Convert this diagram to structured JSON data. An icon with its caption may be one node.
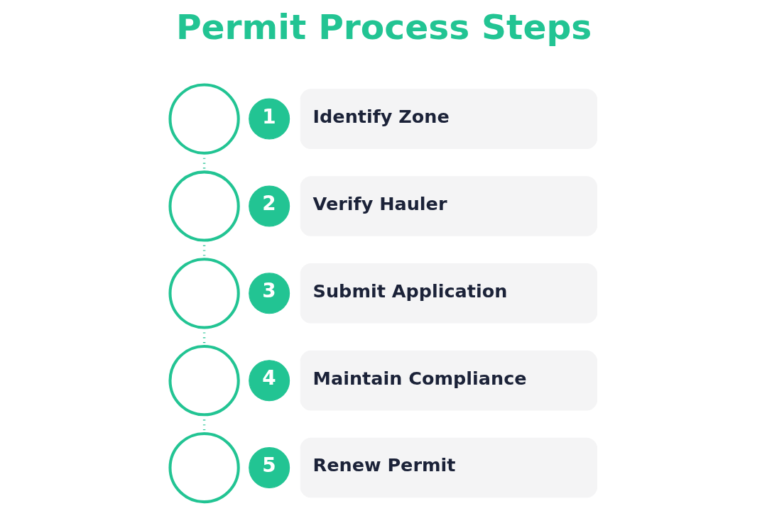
{
  "diagram": {
    "title": "Permit Process Steps",
    "nodes": [
      {
        "text": [],
        "shape": "circle"
      },
      {
        "text": [
          "1"
        ]
      },
      {
        "text": [
          "Identify Zone"
        ]
      },
      {
        "text": [],
        "shape": "circle"
      },
      {
        "text": [
          "2"
        ]
      },
      {
        "text": [
          "Verify Hauler"
        ]
      },
      {
        "text": [],
        "shape": "circle"
      },
      {
        "text": [
          "3"
        ]
      },
      {
        "text": [
          "Submit Application"
        ]
      },
      {
        "text": [],
        "shape": "circle"
      },
      {
        "text": [
          "4"
        ]
      },
      {
        "text": [
          "Maintain Compliance"
        ]
      },
      {
        "text": [],
        "shape": "circle"
      },
      {
        "text": [
          "5"
        ]
      },
      {
        "text": [
          "Renew Permit"
        ]
      }
    ],
    "edges": [
      {
        "from": 0,
        "to": 3,
        "arrow": "none",
        "style": "dashed"
      },
      {
        "from": 3,
        "to": 6,
        "arrow": "none",
        "style": "dashed"
      },
      {
        "from": 6,
        "to": 9,
        "arrow": "none",
        "style": "dashed"
      },
      {
        "from": 9,
        "to": 12,
        "arrow": "none",
        "style": "dashed"
      }
    ]
  }
}
